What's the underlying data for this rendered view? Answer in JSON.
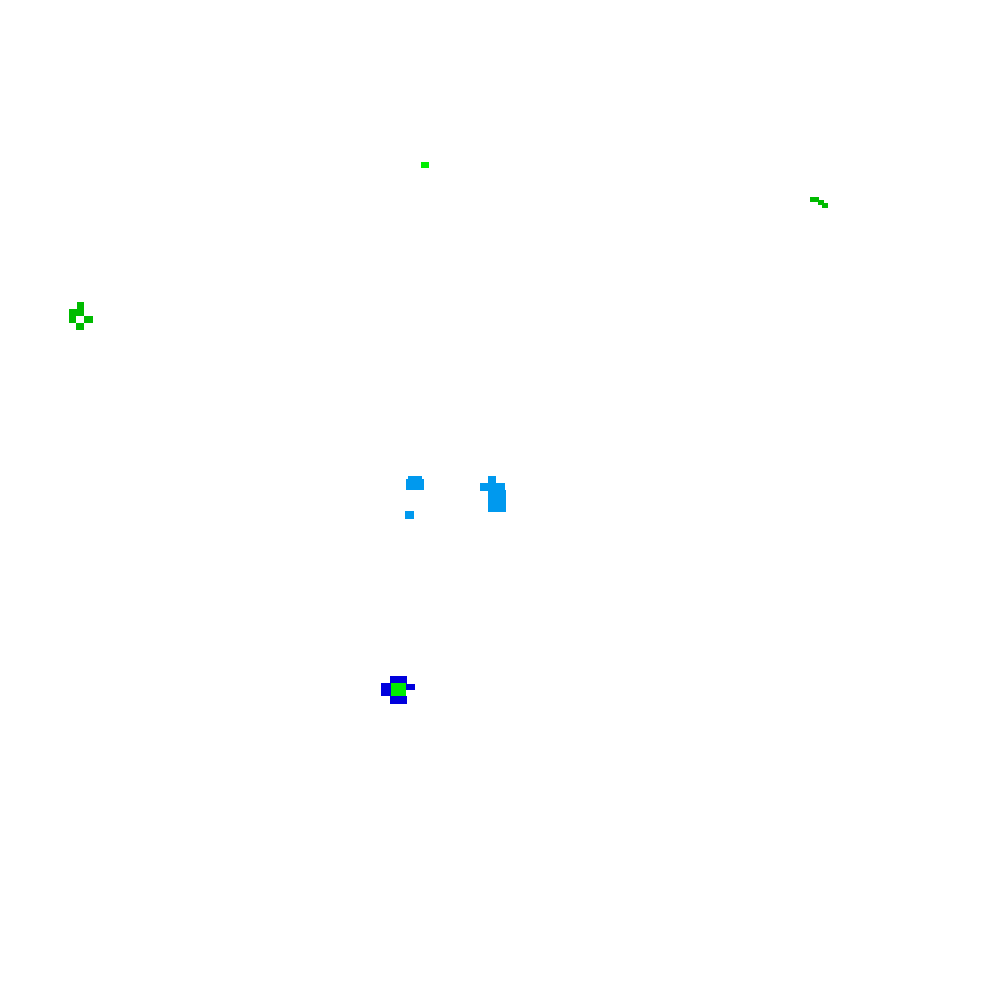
{
  "game": {
    "background_color": "#ffffff",
    "colors": {
      "green_bright": "#00ee00",
      "green_dark": "#00bb00",
      "light_blue": "#0099ee",
      "dark_blue": "#0000dd"
    },
    "entities": [
      {
        "name": "green-pellet",
        "icon": "small-green-square"
      },
      {
        "name": "green-hook",
        "icon": "green-curved-fragment"
      },
      {
        "name": "green-cluster",
        "icon": "green-checkered-cluster"
      },
      {
        "name": "blue-fragment-a",
        "icon": "light-blue-blob"
      },
      {
        "name": "blue-fragment-b",
        "icon": "light-blue-dot"
      },
      {
        "name": "blue-cross",
        "icon": "light-blue-cross-shape"
      },
      {
        "name": "player",
        "icon": "blue-ring-with-green-core"
      }
    ]
  }
}
